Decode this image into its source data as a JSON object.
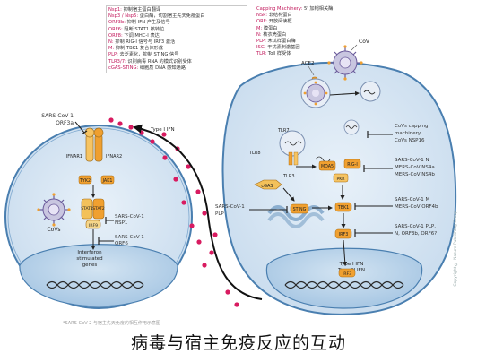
{
  "legend_left": [
    {
      "k": "Nsp1:",
      "v": "抑制宿主蛋白翻译"
    },
    {
      "k": "Nsp3 / Nsp5:",
      "v": "蛋白酶，切割宿主先天免疫蛋白"
    },
    {
      "k": "ORF3b:",
      "v": "抑制 IFN 产生及信号"
    },
    {
      "k": "ORF6:",
      "v": "阻断 STAT1 核转位"
    },
    {
      "k": "ORF8:",
      "v": "下调 MHC-I 表达"
    },
    {
      "k": "N:",
      "v": "抑制 RIG-I 信号与 IRF3 激活"
    },
    {
      "k": "M:",
      "v": "抑制 TBK1 复合体形成"
    },
    {
      "k": "PLP:",
      "v": "去泛素化，抑制 STING 信号"
    },
    {
      "k": "TLR3/7:",
      "v": "识别病毒 RNA 的模式识别受体"
    },
    {
      "k": "cGAS-STING:",
      "v": "细胞质 DNA 感知通路"
    }
  ],
  "legend_right": [
    {
      "k": "Capping Machinery:",
      "v": "5' 加帽相关酶"
    },
    {
      "k": "NSP:",
      "v": "非结构蛋白"
    },
    {
      "k": "ORF:",
      "v": "开放阅读框"
    },
    {
      "k": "M:",
      "v": "膜蛋白"
    },
    {
      "k": "N:",
      "v": "核衣壳蛋白"
    },
    {
      "k": "PLP:",
      "v": "木瓜样蛋白酶"
    },
    {
      "k": "ISG:",
      "v": "干扰素刺激基因"
    },
    {
      "k": "TLR:",
      "v": "Toll 样受体"
    }
  ],
  "left_cell": {
    "receptors": {
      "ifnar1": "IFNAR1",
      "ifnar2": "IFNAR2"
    },
    "type1_ifn": "Type I IFN",
    "ifn_arrow_label": "Type I IFN",
    "antag_top": [
      "SARS-CoV-1",
      "ORF3a"
    ],
    "kinases": {
      "tyk2": "TYK2",
      "jak1": "JAK1"
    },
    "stat1": "STAT1",
    "stat2": "STAT2",
    "irf9": "IRF9",
    "covs": "CoVs",
    "antag_nsp1": [
      "SARS-CoV-1",
      "NSP1"
    ],
    "antag_orf6": [
      "SARS-CoV-1",
      "ORF6"
    ],
    "nucleus_text": [
      "Interferon",
      "stimulated",
      "genes"
    ]
  },
  "right_cell": {
    "cov": "CoV",
    "ace2": "ACE2",
    "capping": [
      "CoVs capping",
      "machinery",
      "CoVs NSP16"
    ],
    "tlr7": "TLR7",
    "tlr8": "TLR8",
    "tlr3": "TLR3",
    "mda5": "MDA5",
    "rigi": "RIG-I",
    "pkr": "PKR",
    "antag_n": [
      "SARS-CoV-1 N",
      "MERS-CoV NS4a",
      "MERS-CoV NS4b"
    ],
    "cgas": "cGAS",
    "sting": "STING",
    "plp": [
      "SARS-CoV-1",
      "PLP"
    ],
    "tbk1": "TBK1",
    "antag_m": [
      "SARS-CoV-1 M",
      "MERS-CoV ORF4b"
    ],
    "irf3": "IRF3",
    "irf3_nuc": "IRF3",
    "antag_plp": [
      "SARS-CoV-1 PLP,",
      "N, ORF3b, ORF6?"
    ],
    "ifn_genes": [
      "Type I IFN",
      "Type III IFN"
    ]
  },
  "caption": "病毒与宿主免疫反应的互动",
  "credit": "Copyright © Nature Publishing Group",
  "footer_note": "*SARS-CoV-2 与宿主先天免疫的相互作用示意图",
  "colors": {
    "cell_fill": "#dceaf5",
    "cell_stroke": "#4a7fb0",
    "nucleus_fill": "#b9d4ea",
    "orange": "#f0a030",
    "pink_dot": "#d81b60",
    "arrow": "#222222"
  }
}
